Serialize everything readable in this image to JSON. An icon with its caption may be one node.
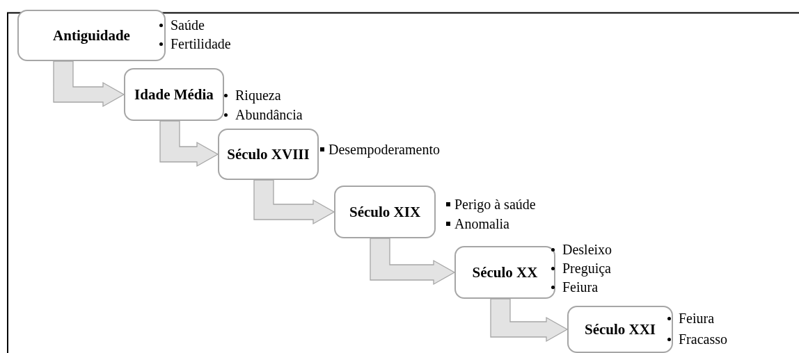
{
  "diagram": {
    "nodes": [
      {
        "text": [
          "Antiguidade"
        ],
        "beside": [
          "Saúde",
          "Fertilidade"
        ]
      },
      {
        "text": [
          "Idade Média"
        ],
        "beside": [
          "Riqueza",
          "Abundância"
        ]
      },
      {
        "text": [
          "Século XVIII"
        ],
        "beside": [
          "Desempoderamento"
        ]
      },
      {
        "text": [
          "Século XIX"
        ],
        "beside": [
          "Perigo à saúde",
          "Anomalia"
        ]
      },
      {
        "text": [
          "Século XX"
        ],
        "beside": [
          "Desleixo",
          "Preguiça",
          "Feiura"
        ]
      },
      {
        "text": [
          "Século XXI"
        ],
        "beside": [
          "Feiura",
          "Fracasso"
        ]
      }
    ],
    "edges": [
      {
        "from": 0,
        "to": 1,
        "arrow": "to"
      },
      {
        "from": 1,
        "to": 2,
        "arrow": "to"
      },
      {
        "from": 2,
        "to": 3,
        "arrow": "to"
      },
      {
        "from": 3,
        "to": 4,
        "arrow": "to"
      },
      {
        "from": 4,
        "to": 5,
        "arrow": "to"
      }
    ]
  }
}
